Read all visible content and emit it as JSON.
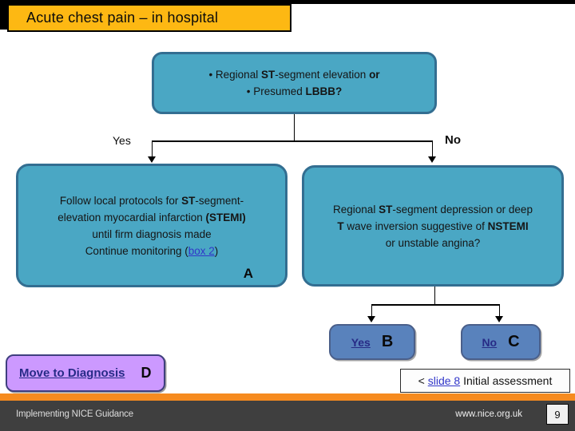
{
  "title": {
    "label": "Acute chest pain – in hospital"
  },
  "flow": {
    "decision_top": {
      "lines": [
        [
          {
            "t": "• Regional "
          },
          {
            "t": "ST",
            "b": true
          },
          {
            "t": "-segment elevation "
          },
          {
            "t": "or",
            "b": true
          }
        ],
        [
          {
            "t": "• Presumed "
          },
          {
            "t": "LBBB?",
            "b": true
          }
        ]
      ]
    },
    "yes_label": "Yes",
    "no_label": "No",
    "box_stemi": {
      "lines": [
        [
          {
            "t": "Follow local protocols for "
          },
          {
            "t": "ST",
            "b": true
          },
          {
            "t": "-segment-"
          }
        ],
        [
          {
            "t": "elevation myocardial infarction "
          },
          {
            "t": "(STEMI)",
            "b": true
          }
        ],
        [
          {
            "t": "until firm diagnosis made"
          }
        ],
        [
          {
            "t": "Continue monitoring ("
          },
          {
            "t": "box 2",
            "link": true,
            "name": "box-2-link"
          },
          {
            "t": ")"
          }
        ]
      ],
      "badge": "A"
    },
    "box_nstemi": {
      "lines": [
        [
          {
            "t": "Regional "
          },
          {
            "t": "ST",
            "b": true
          },
          {
            "t": "-segment depression or deep"
          }
        ],
        [
          {
            "t": "T",
            "b": true
          },
          {
            "t": " wave inversion suggestive of "
          },
          {
            "t": "NSTEMI",
            "b": true
          }
        ],
        [
          {
            "t": "or unstable angina?"
          }
        ]
      ]
    },
    "box_yes": {
      "link": "Yes",
      "badge": "B"
    },
    "box_no": {
      "link": "No",
      "badge": "C"
    },
    "box_move": {
      "link": "Move to Diagnosis",
      "badge": "D"
    },
    "slide_nav": {
      "segments": [
        {
          "t": "< "
        },
        {
          "t": "slide 8",
          "link": true,
          "name": "slide-8-link"
        },
        {
          "t": " Initial assessment"
        }
      ]
    }
  },
  "footer": {
    "left": "Implementing NICE Guidance",
    "url": "www.nice.org.uk",
    "page": "9"
  },
  "colors": {
    "title_bg": "#FDB813",
    "teal_fill": "#4AA7C4",
    "teal_border": "#336E91",
    "blue_node_fill": "#5982BC",
    "blue_node_border": "#4a5f8a",
    "purple_fill": "#CC99FF",
    "purple_border": "#3f3f7e",
    "link_blue": "#3136c9",
    "link_navy": "#272b86",
    "orange_bar": "#F68B1F",
    "footer_bg": "#3F3F3F",
    "footer_text": "#DCDCDC"
  }
}
